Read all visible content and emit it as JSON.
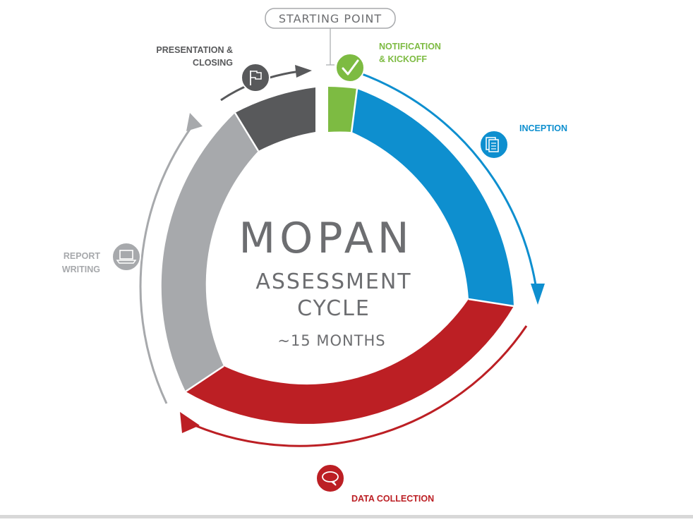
{
  "diagram": {
    "starting_point": "STARTING POINT",
    "title": "MOPAN",
    "subtitle_line1": "ASSESSMENT",
    "subtitle_line2": "CYCLE",
    "duration": "~15 MONTHS",
    "phases": [
      {
        "key": "notification",
        "label_line1": "NOTIFICATION",
        "label_line2": "& KICKOFF",
        "color": "#7dbb42",
        "icon": "checkmark-icon"
      },
      {
        "key": "inception",
        "label_line1": "INCEPTION",
        "label_line2": "",
        "color": "#0e8fcf",
        "icon": "documents-icon"
      },
      {
        "key": "data_collection",
        "label_line1": "DATA COLLECTION",
        "label_line2": "",
        "color": "#bc1f24",
        "icon": "speech-bubble-icon"
      },
      {
        "key": "report_writing",
        "label_line1": "REPORT",
        "label_line2": "WRITING",
        "color": "#a7a9ac",
        "icon": "laptop-icon"
      },
      {
        "key": "presentation",
        "label_line1": "PRESENTATION &",
        "label_line2": "CLOSING",
        "color": "#58595b",
        "icon": "flag-icon"
      }
    ]
  }
}
